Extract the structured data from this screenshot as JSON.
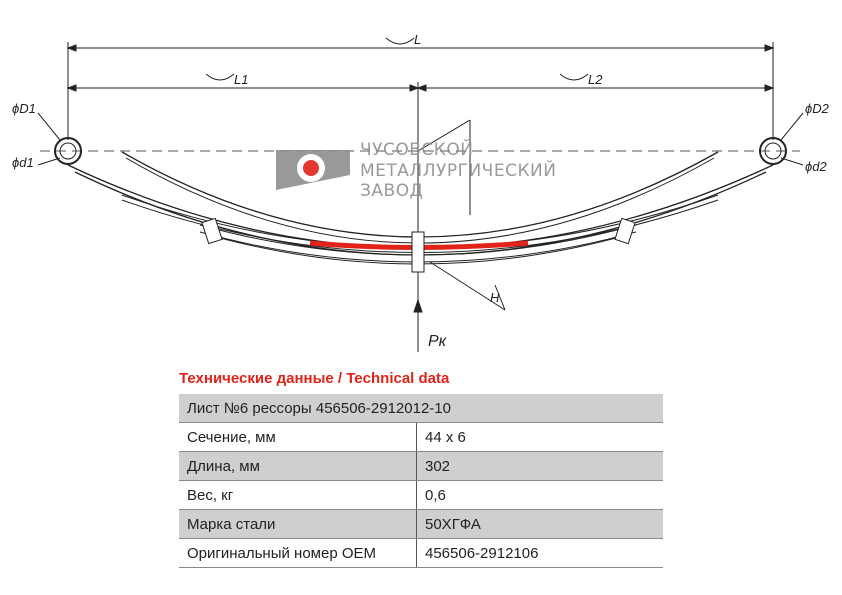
{
  "drawing": {
    "labels": {
      "L": "L",
      "L1": "L1",
      "L2": "L2",
      "D1": "ϕD1",
      "d1": "ϕd1",
      "D2": "ϕD2",
      "d2": "ϕd2",
      "H": "H",
      "Pk": "Рк"
    },
    "highlight_color": "#e2231a"
  },
  "logo": {
    "line1": "ЧУСОВСКОЙ",
    "line2": "МЕТАЛЛУРГИЧЕСКИЙ",
    "line3": "ЗАВОД",
    "accent": "#e2231a"
  },
  "table": {
    "title": "Технические данные / Technical data",
    "header": "Лист №6 рессоры 456506-2912012-10",
    "rows": [
      {
        "label": "Сечение, мм",
        "value": "44 х 6"
      },
      {
        "label": "Длина, мм",
        "value": "302"
      },
      {
        "label": "Вес, кг",
        "value": "0,6"
      },
      {
        "label": "Марка стали",
        "value": "50ХГФА"
      },
      {
        "label": "Оригинальный номер OEM",
        "value": "456506-2912106"
      }
    ]
  }
}
